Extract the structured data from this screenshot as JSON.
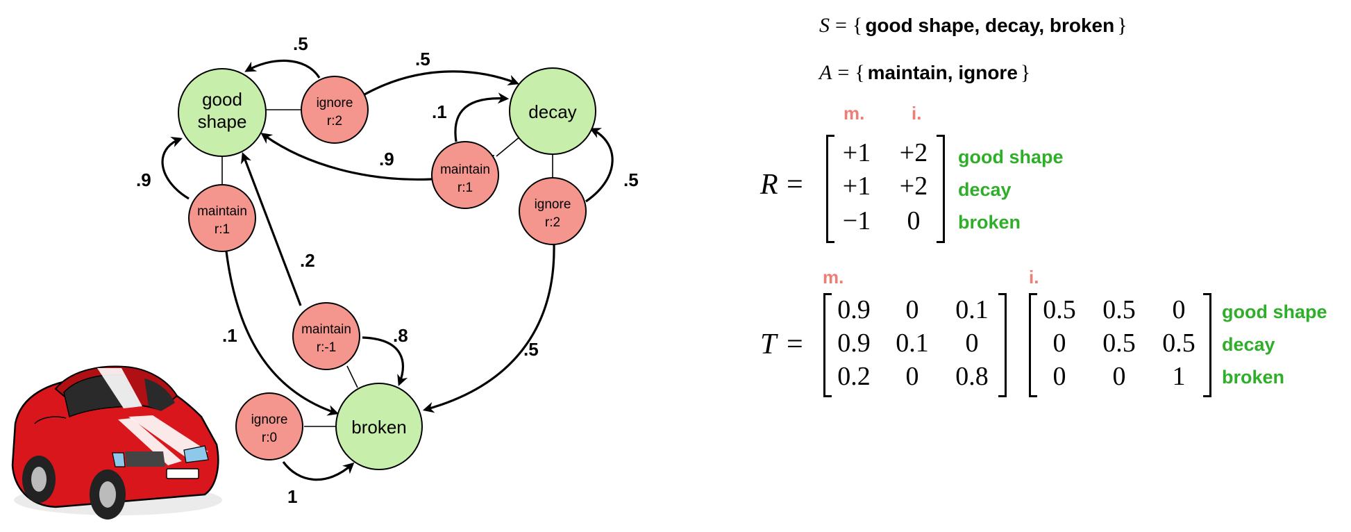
{
  "diagram": {
    "states": [
      {
        "id": "good",
        "lines": [
          "good",
          "shape"
        ]
      },
      {
        "id": "decay",
        "lines": [
          "decay"
        ]
      },
      {
        "id": "broken",
        "lines": [
          "broken"
        ]
      }
    ],
    "actions": [
      {
        "id": "good_ignore",
        "lines": [
          "ignore",
          "r:2"
        ]
      },
      {
        "id": "good_maintain",
        "lines": [
          "maintain",
          "r:1"
        ]
      },
      {
        "id": "decay_maintain",
        "lines": [
          "maintain",
          "r:1"
        ]
      },
      {
        "id": "decay_ignore",
        "lines": [
          "ignore",
          "r:2"
        ]
      },
      {
        "id": "broken_maintain",
        "lines": [
          "maintain",
          "r:-1"
        ]
      },
      {
        "id": "broken_ignore",
        "lines": [
          "ignore",
          "r:0"
        ]
      }
    ],
    "probabilities": [
      ".5",
      ".5",
      ".1",
      ".9",
      ".9",
      ".5",
      ".2",
      ".1",
      ".8",
      ".5",
      "1"
    ],
    "colors": {
      "state_fill": "#c8eeab",
      "action_fill": "#f4958e",
      "col_head": "#ef7d74",
      "row_label": "#2fae2a"
    }
  },
  "sets": {
    "S": {
      "var": "S",
      "items": "good shape, decay, broken"
    },
    "A": {
      "var": "A",
      "items": "maintain, ignore"
    }
  },
  "reward": {
    "var": "R",
    "col_heads": [
      "m.",
      "i."
    ],
    "rows": [
      [
        "+1",
        "+2"
      ],
      [
        "+1",
        "+2"
      ],
      [
        "−1",
        "0"
      ]
    ],
    "row_labels": [
      "good shape",
      "decay",
      "broken"
    ]
  },
  "transition": {
    "var": "T",
    "col_heads": [
      "m.",
      "i."
    ],
    "maintain": [
      [
        "0.9",
        "0",
        "0.1"
      ],
      [
        "0.9",
        "0.1",
        "0"
      ],
      [
        "0.2",
        "0",
        "0.8"
      ]
    ],
    "ignore": [
      [
        "0.5",
        "0.5",
        "0"
      ],
      [
        "0",
        "0.5",
        "0.5"
      ],
      [
        "0",
        "0",
        "1"
      ]
    ],
    "row_labels": [
      "good shape",
      "decay",
      "broken"
    ]
  }
}
